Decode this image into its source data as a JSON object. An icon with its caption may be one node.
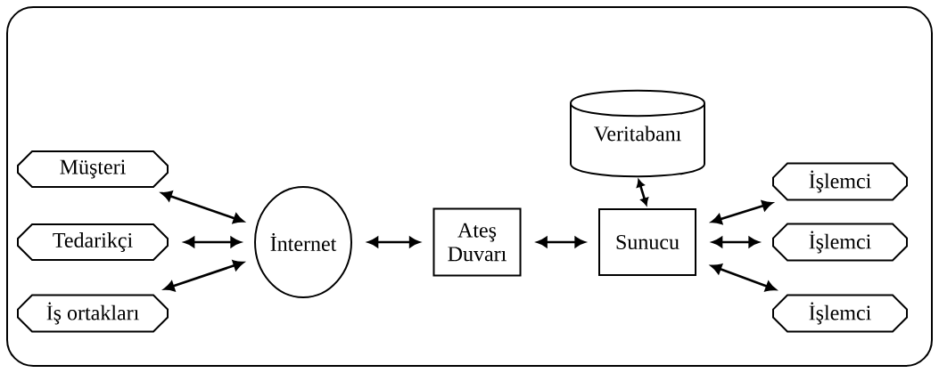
{
  "diagram": {
    "nodes": [
      {
        "text": [
          "Müşteri"
        ]
      },
      {
        "text": [
          "Tedarikçi"
        ]
      },
      {
        "text": [
          "İş ortakları"
        ]
      },
      {
        "text": [
          "İnternet"
        ]
      },
      {
        "text": [
          "Ateş Duvarı"
        ]
      },
      {
        "text": [
          "Sunucu"
        ]
      },
      {
        "text": [
          "Veritabanı"
        ]
      },
      {
        "text": [
          "İşlemci"
        ]
      },
      {
        "text": [
          "İşlemci"
        ]
      },
      {
        "text": [
          "İşlemci"
        ]
      }
    ],
    "edges": [
      {
        "from": 0,
        "to": 3,
        "arrow": "both"
      },
      {
        "from": 1,
        "to": 3,
        "arrow": "both"
      },
      {
        "from": 2,
        "to": 3,
        "arrow": "both"
      },
      {
        "from": 3,
        "to": 4,
        "arrow": "both"
      },
      {
        "from": 4,
        "to": 5,
        "arrow": "both"
      },
      {
        "from": 6,
        "to": 5,
        "arrow": "both"
      },
      {
        "from": 5,
        "to": 7,
        "arrow": "both"
      },
      {
        "from": 5,
        "to": 8,
        "arrow": "both"
      },
      {
        "from": 5,
        "to": 9,
        "arrow": "both"
      }
    ]
  }
}
